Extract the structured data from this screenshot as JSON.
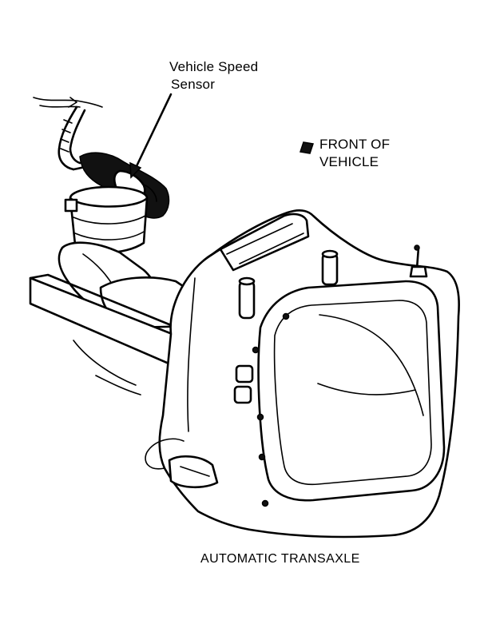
{
  "labels": {
    "sensor_line1": "Vehicle Speed",
    "sensor_line2": "Sensor",
    "front_line1": "FRONT OF",
    "front_line2": "VEHICLE",
    "caption": "AUTOMATIC TRANSAXLE"
  },
  "colors": {
    "ink": "#000000",
    "paper": "#ffffff"
  }
}
